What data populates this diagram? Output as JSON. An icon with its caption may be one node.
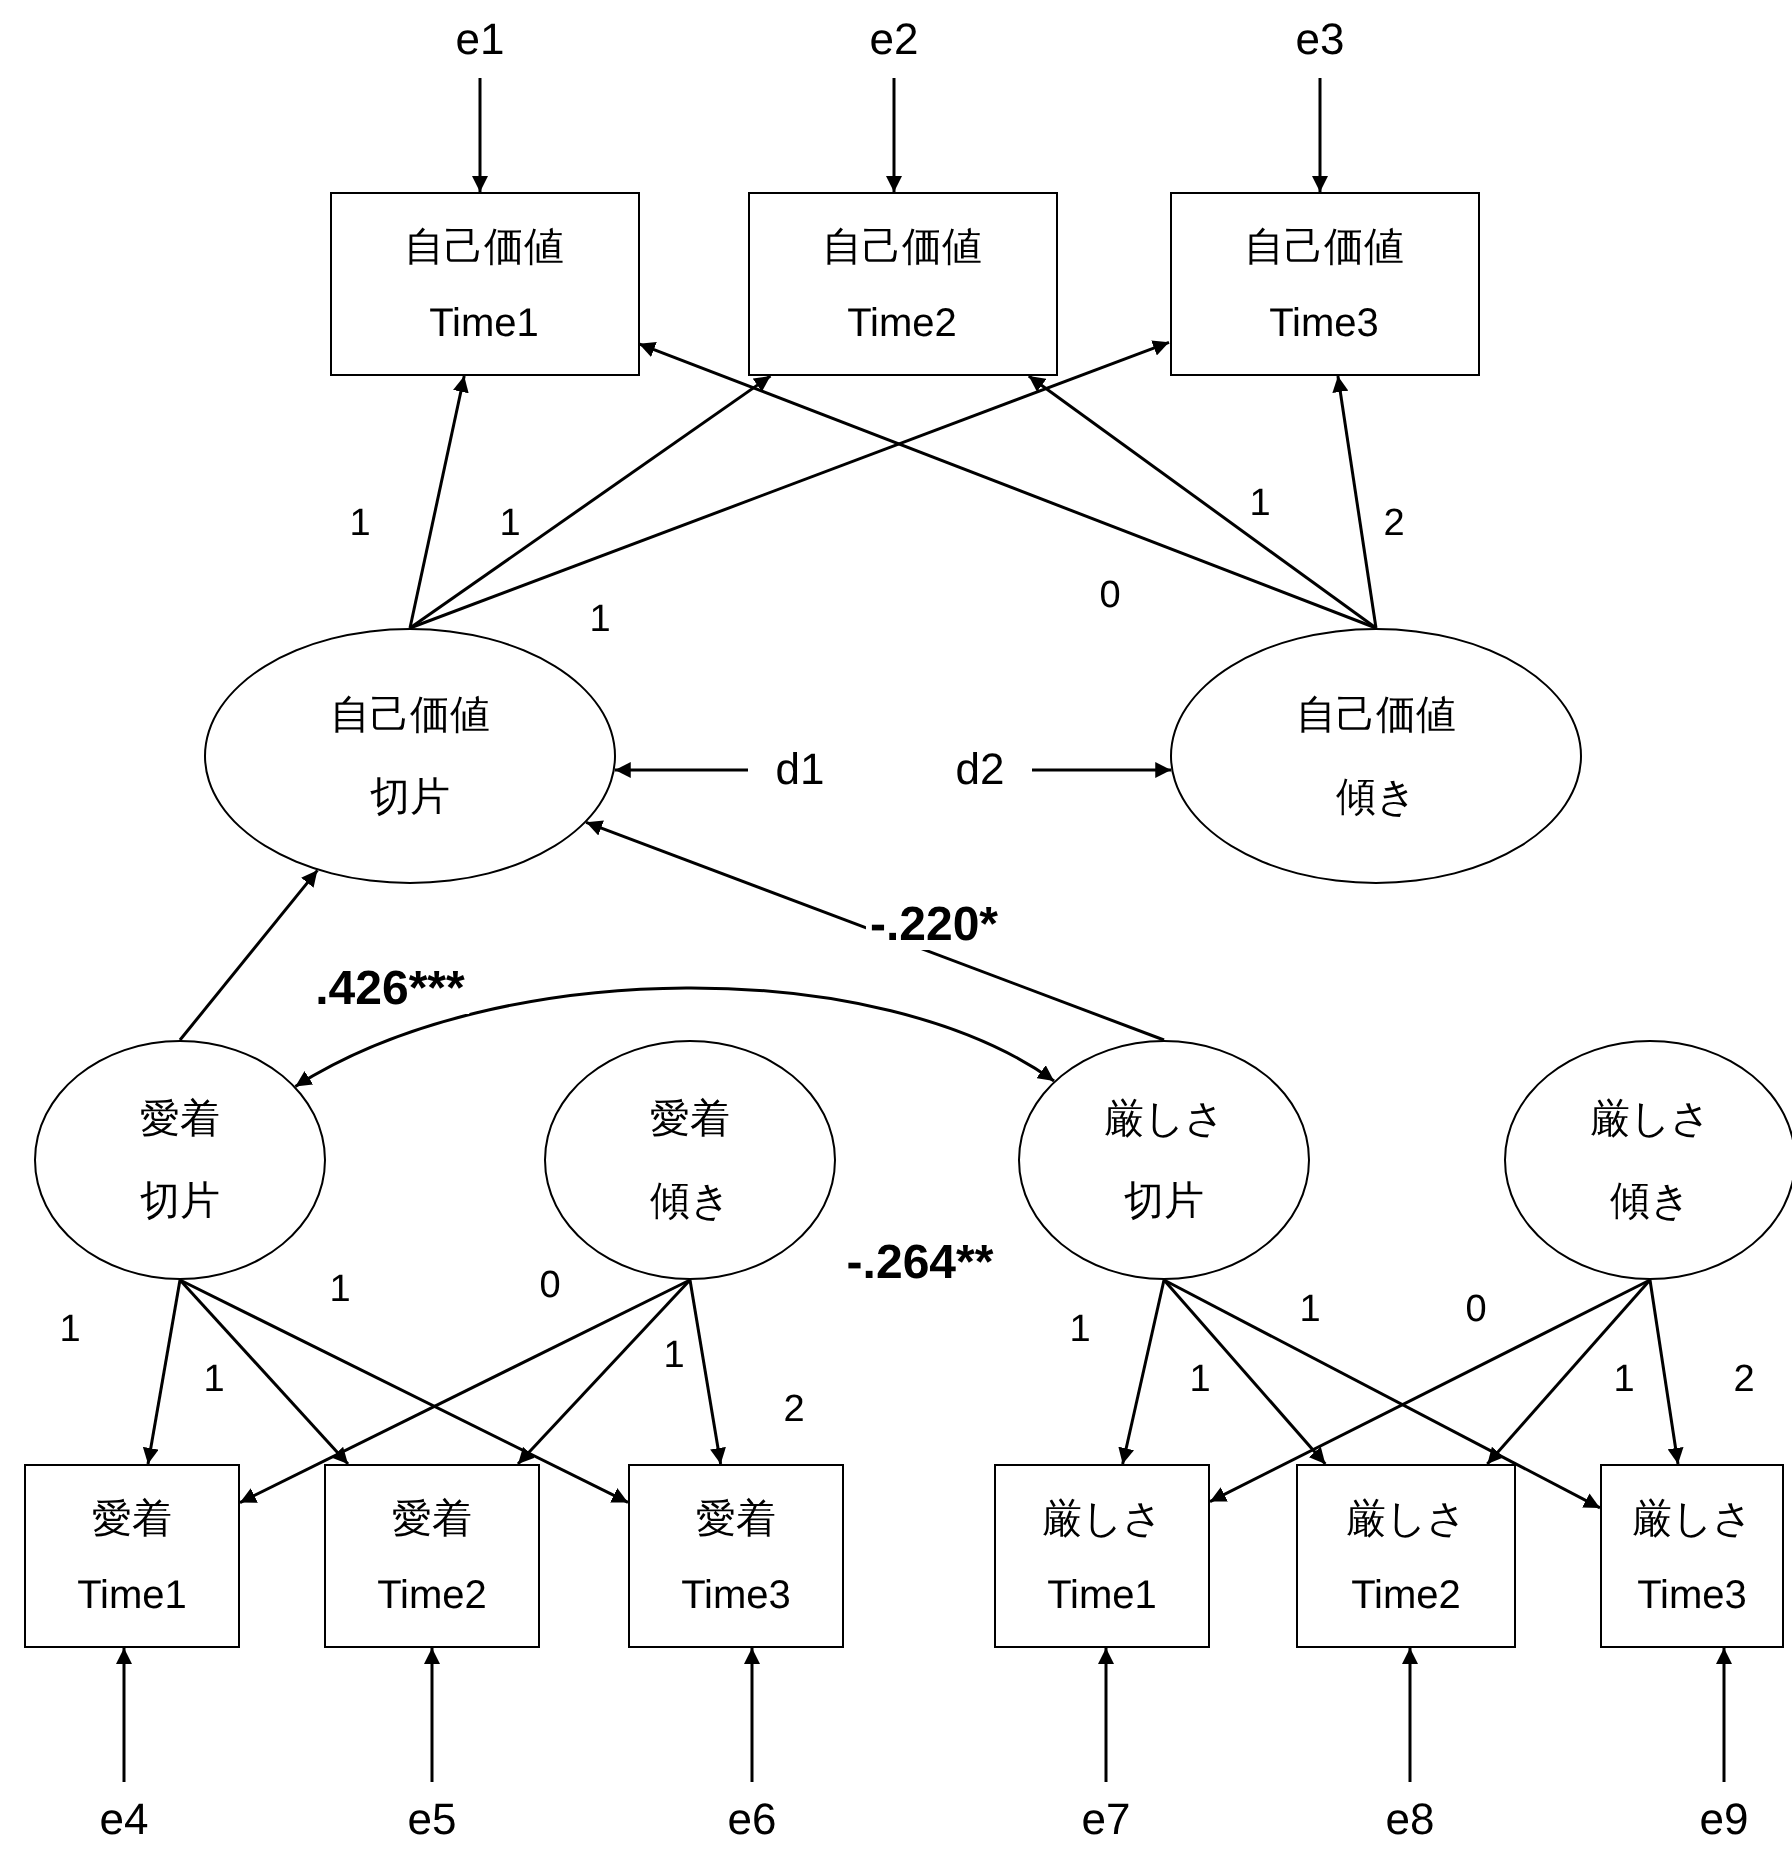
{
  "diagram": {
    "nodes": [
      {
        "text": [
          "e1"
        ]
      },
      {
        "text": [
          "e2"
        ]
      },
      {
        "text": [
          "e3"
        ]
      },
      {
        "text": [
          "自己価値",
          "Time1"
        ]
      },
      {
        "text": [
          "自己価値",
          "Time2"
        ]
      },
      {
        "text": [
          "自己価値",
          "Time3"
        ]
      },
      {
        "text": [
          "自己価値",
          "切片"
        ]
      },
      {
        "text": [
          "d1"
        ]
      },
      {
        "text": [
          "d2"
        ]
      },
      {
        "text": [
          "自己価値",
          "傾き"
        ]
      },
      {
        "text": [
          "愛着",
          "切片"
        ]
      },
      {
        "text": [
          "愛着",
          "傾き"
        ]
      },
      {
        "text": [
          "厳しさ",
          "切片"
        ]
      },
      {
        "text": [
          "厳しさ",
          "傾き"
        ]
      },
      {
        "text": [
          "愛着",
          "Time1"
        ]
      },
      {
        "text": [
          "愛着",
          "Time2"
        ]
      },
      {
        "text": [
          "愛着",
          "Time3"
        ]
      },
      {
        "text": [
          "厳しさ",
          "Time1"
        ]
      },
      {
        "text": [
          "厳しさ",
          "Time2"
        ]
      },
      {
        "text": [
          "厳しさ",
          "Time3"
        ]
      },
      {
        "text": [
          "e4"
        ]
      },
      {
        "text": [
          "e5"
        ]
      },
      {
        "text": [
          "e6"
        ]
      },
      {
        "text": [
          "e7"
        ]
      },
      {
        "text": [
          "e8"
        ]
      },
      {
        "text": [
          "e9"
        ]
      }
    ],
    "edges": [
      {
        "from": 0,
        "to": 3,
        "arrow": "to"
      },
      {
        "from": 1,
        "to": 4,
        "arrow": "to"
      },
      {
        "from": 2,
        "to": 5,
        "arrow": "to"
      },
      {
        "from": 6,
        "to": 3,
        "arrow": "to",
        "label": "1"
      },
      {
        "from": 6,
        "to": 4,
        "arrow": "to",
        "label": "1"
      },
      {
        "from": 6,
        "to": 5,
        "arrow": "to",
        "label": "1"
      },
      {
        "from": 9,
        "to": 3,
        "arrow": "to",
        "label": "0"
      },
      {
        "from": 9,
        "to": 4,
        "arrow": "to",
        "label": "1"
      },
      {
        "from": 9,
        "to": 5,
        "arrow": "to",
        "label": "2"
      },
      {
        "from": 7,
        "to": 6,
        "arrow": "to"
      },
      {
        "from": 8,
        "to": 9,
        "arrow": "to"
      },
      {
        "from": 10,
        "to": 6,
        "arrow": "to",
        "label": ".426***"
      },
      {
        "from": 12,
        "to": 6,
        "arrow": "to",
        "label": "-.220*"
      },
      {
        "from": 10,
        "to": 12,
        "arrow": "both",
        "label": "-.264**"
      },
      {
        "from": 10,
        "to": 14,
        "arrow": "to",
        "label": "1"
      },
      {
        "from": 10,
        "to": 15,
        "arrow": "to",
        "label": "1"
      },
      {
        "from": 10,
        "to": 16,
        "arrow": "to",
        "label": "1"
      },
      {
        "from": 11,
        "to": 14,
        "arrow": "to",
        "label": "0"
      },
      {
        "from": 11,
        "to": 15,
        "arrow": "to",
        "label": "1"
      },
      {
        "from": 11,
        "to": 16,
        "arrow": "to",
        "label": "2"
      },
      {
        "from": 12,
        "to": 17,
        "arrow": "to",
        "label": "1"
      },
      {
        "from": 12,
        "to": 18,
        "arrow": "to",
        "label": "1"
      },
      {
        "from": 12,
        "to": 19,
        "arrow": "to",
        "label": "1"
      },
      {
        "from": 13,
        "to": 17,
        "arrow": "to",
        "label": "0"
      },
      {
        "from": 13,
        "to": 18,
        "arrow": "to",
        "label": "1"
      },
      {
        "from": 13,
        "to": 19,
        "arrow": "to",
        "label": "2"
      },
      {
        "from": 20,
        "to": 14,
        "arrow": "to"
      },
      {
        "from": 21,
        "to": 15,
        "arrow": "to"
      },
      {
        "from": 22,
        "to": 16,
        "arrow": "to"
      },
      {
        "from": 23,
        "to": 17,
        "arrow": "to"
      },
      {
        "from": 24,
        "to": 18,
        "arrow": "to"
      },
      {
        "from": 25,
        "to": 19,
        "arrow": "to"
      }
    ]
  }
}
